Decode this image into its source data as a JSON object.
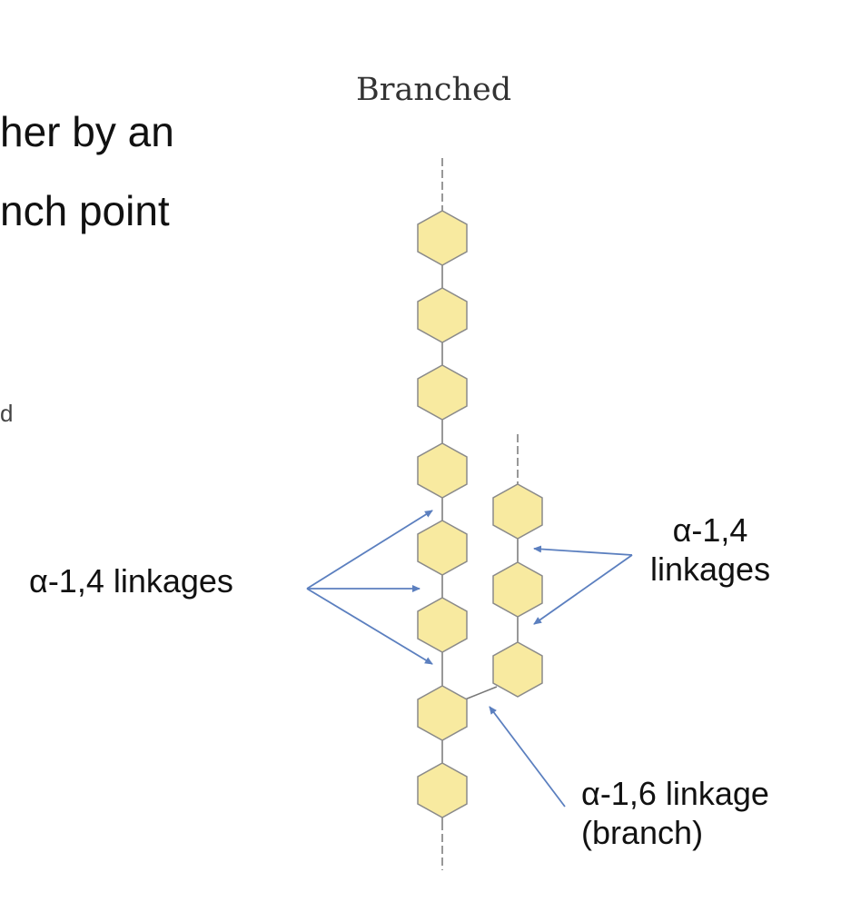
{
  "slide": {
    "line1": "her by an",
    "line2": "nch point",
    "fragment": "d"
  },
  "figure": {
    "title": "Branched",
    "labels": {
      "left": "α-1,4 linkages",
      "right_line1": "α-1,4",
      "right_line2": "linkages",
      "branch_line1": "α-1,6 linkage",
      "branch_line2": "(branch)"
    },
    "colors": {
      "hexagon_fill": "#f8eaa0",
      "hexagon_stroke": "#8a8a8a",
      "chain_line": "#777777",
      "arrow": "#5b7fbf"
    },
    "main_chain_units": 8,
    "branch_chain_units": 3
  }
}
